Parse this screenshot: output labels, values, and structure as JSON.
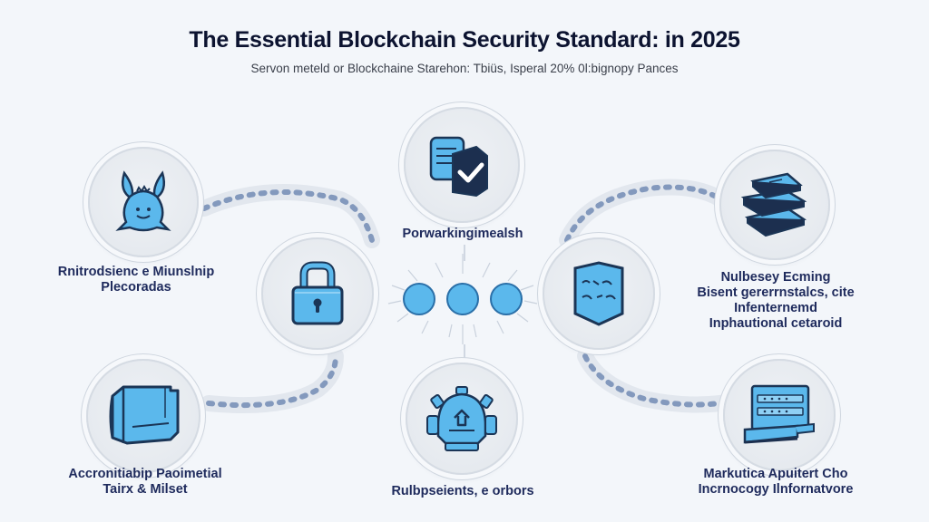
{
  "header": {
    "title": "The Essential Blockchain Security Standard: in 2025",
    "subtitle": "Servon meteld or Blockchaine Starehon: Tbiüs, Isperal 20% 0l:bignopy Pances"
  },
  "nodes": [
    {
      "id": "top-left",
      "icon": "mascot-creature-icon",
      "label_lines": [
        "Rnitrodsienc e Miunslnip",
        "Plecoradas"
      ]
    },
    {
      "id": "top-center",
      "icon": "database-shield-check-icon",
      "label_lines": [
        "Porwarkingimealsh"
      ]
    },
    {
      "id": "top-right",
      "icon": "stacked-books-icon",
      "label_lines": [
        "Nulbesey Ecming",
        "Bisent gererrnstalcs, cite",
        "Infenternemd",
        "Inphautional cetaroid"
      ]
    },
    {
      "id": "mid-left",
      "icon": "padlock-icon",
      "label_lines": []
    },
    {
      "id": "mid-right",
      "icon": "shield-document-icon",
      "label_lines": []
    },
    {
      "id": "bottom-left",
      "icon": "folder-box-icon",
      "label_lines": [
        "Accronitiabip Paoimetial",
        "Tairx & Milset"
      ]
    },
    {
      "id": "bottom-center",
      "icon": "upload-device-icon",
      "label_lines": [
        "Rulbpseients, e orbors"
      ]
    },
    {
      "id": "bottom-right",
      "icon": "server-terminal-icon",
      "label_lines": [
        "Markutica Apuitert Cho",
        "Incrnocogy Ilnfornatvore"
      ]
    }
  ],
  "center": {
    "icon": "three-blue-dots-burst-icon",
    "dot_count": 3
  },
  "colors": {
    "background": "#f3f6fa",
    "title": "#0c1330",
    "label": "#1e2a5c",
    "icon_fill": "#5bb8ec",
    "icon_stroke": "#1b3556",
    "ring": "#d5dbe3"
  }
}
